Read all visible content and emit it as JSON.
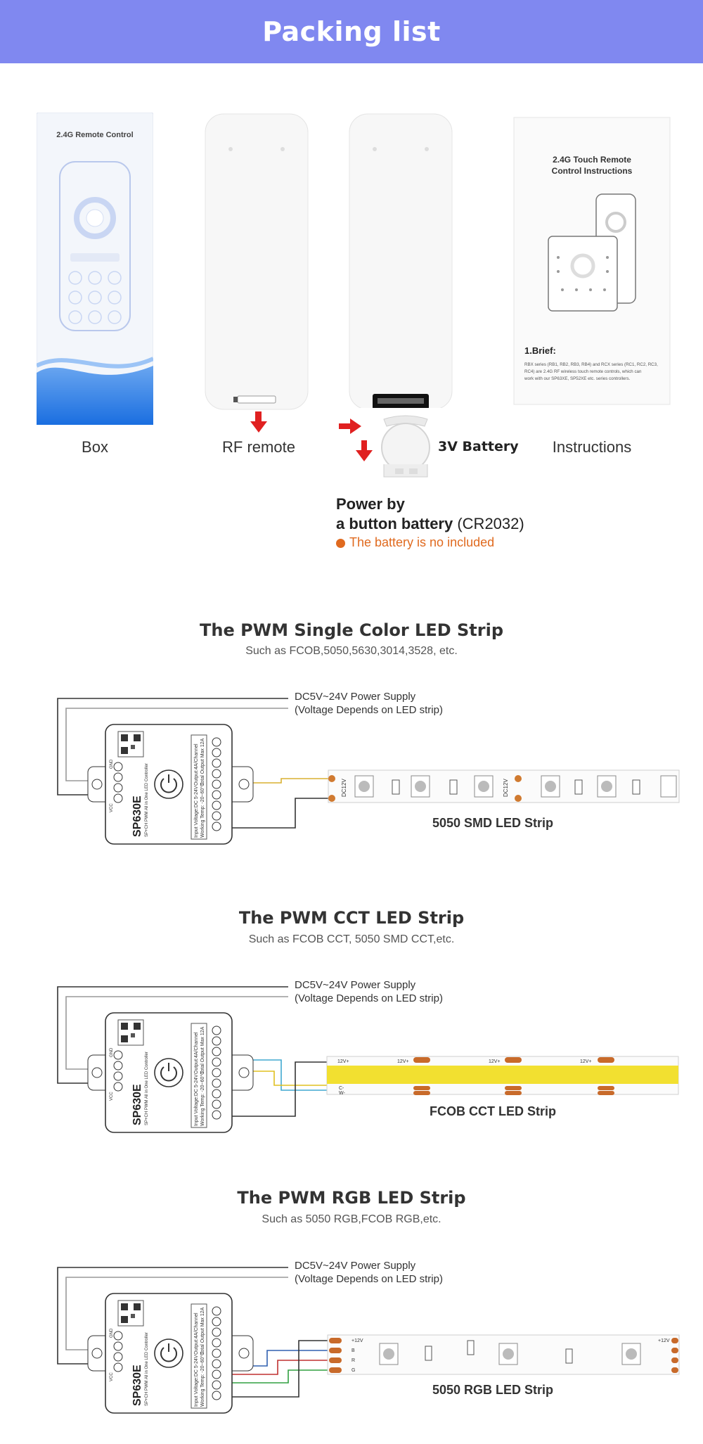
{
  "header": {
    "title": "Packing list"
  },
  "packing": {
    "box": {
      "label": "Box",
      "box_text": "2.4G Remote Control"
    },
    "rf_remote": {
      "label": "RF remote"
    },
    "battery": {
      "label": "3V Battery"
    },
    "instructions": {
      "label": "Instructions",
      "doc_title_line1": "2.4G Touch Remote",
      "doc_title_line2": "Control Instructions",
      "brief_heading": "1.Brief:",
      "brief_line1": "RBX series (RB1, RB2, RB3, RB4) and RCX series (RC1, RC2, RC3,",
      "brief_line2": "RC4) are 2.4G RF wireless touch remote controls, which can",
      "brief_line3": "work with our SP63XE, SP52XE etc. series controllers."
    },
    "power_line1": "Power by",
    "power_line2_bold": "a button battery",
    "power_line2_normal": " (CR2032)",
    "battery_note": "The battery is no included"
  },
  "sections": [
    {
      "title": "The PWM Single Color LED Strip",
      "subtitle": "Such as FCOB,5050,5630,3014,3528, etc.",
      "psu_line1": "DC5V~24V Power Supply",
      "psu_line2": "(Voltage Depends on LED strip)",
      "strip_label": "5050 SMD LED Strip"
    },
    {
      "title": "The PWM CCT LED Strip",
      "subtitle": "Such as FCOB CCT, 5050 SMD CCT,etc.",
      "psu_line1": "DC5V~24V Power Supply",
      "psu_line2": "(Voltage Depends on LED strip)",
      "strip_label": "FCOB CCT LED Strip"
    },
    {
      "title": "The PWM RGB LED Strip",
      "subtitle": "Such as 5050 RGB,FCOB RGB,etc.",
      "psu_line1": "DC5V~24V Power Supply",
      "psu_line2": "(Voltage Depends on LED strip)",
      "strip_label": "5050 RGB LED Strip"
    }
  ],
  "controller": {
    "model": "SP630E",
    "model_sub": "SP+CH PWM All in One LED Controller",
    "spec1": "Input Voltage:DC 5-24V",
    "spec2": "Working Temp: -20~60°C",
    "spec3": "Output:4A/Channel",
    "spec4": "Total Output Max 12A",
    "vcc": "VCC",
    "gnd": "GND"
  },
  "strip_marks": {
    "plus": "12V+",
    "minus": "C-",
    "w": "W-",
    "rgb": [
      "+12V",
      "B",
      "R",
      "G"
    ],
    "dc": "DC12V"
  },
  "colors": {
    "banner": "#8088f0",
    "note": "#e06a1f",
    "arrow": "#e02020",
    "cob": "#f2e030"
  }
}
